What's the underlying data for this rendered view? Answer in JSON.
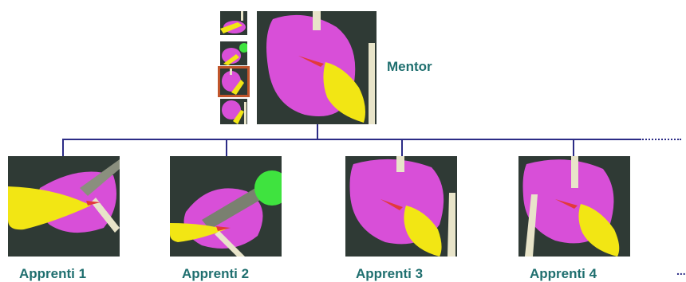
{
  "mentor": {
    "label": "Mentor"
  },
  "apprentices": [
    {
      "label": "Apprenti 1"
    },
    {
      "label": "Apprenti 2"
    },
    {
      "label": "Apprenti 3"
    },
    {
      "label": "Apprenti 4"
    }
  ],
  "ellipsis": "...",
  "colors": {
    "connector": "#2c2c86",
    "label": "#1f6f6f",
    "organ": "#d84fd8",
    "tool_yellow": "#f2e614",
    "tool_cream": "#e8e4c9",
    "background_scene": "#2f3a35",
    "selection": "#c0552b"
  },
  "thumbnails": {
    "count": 4,
    "selected_index": 2
  }
}
